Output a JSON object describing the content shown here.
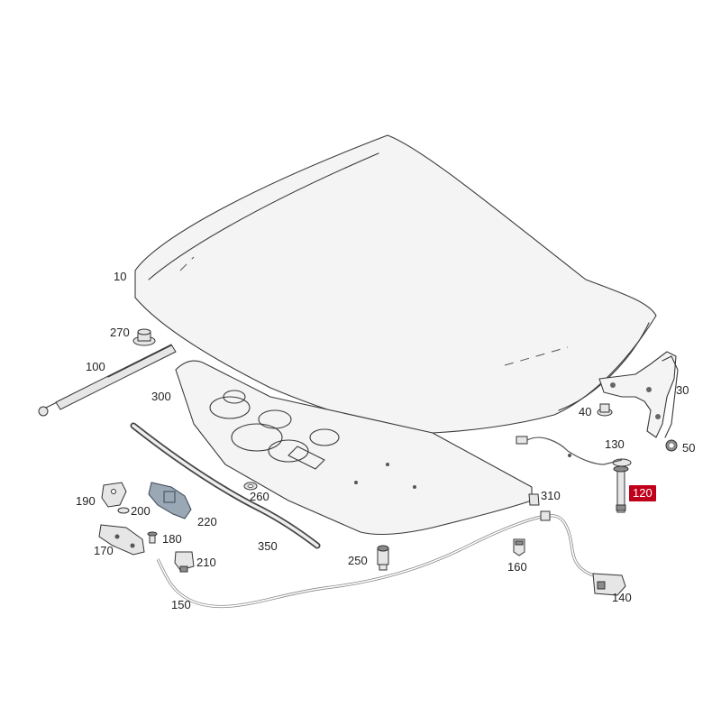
{
  "callouts": {
    "p10": "10",
    "p270": "270",
    "p100": "100",
    "p300": "300",
    "p30": "30",
    "p40": "40",
    "p50": "50",
    "p130": "130",
    "p120": "120",
    "p190": "190",
    "p200": "200",
    "p220": "220",
    "p260": "260",
    "p310": "310",
    "p170": "170",
    "p180": "180",
    "p210": "210",
    "p350": "350",
    "p250": "250",
    "p160": "160",
    "p140": "140",
    "p150": "150"
  },
  "highlight": {
    "part": "120",
    "color": "#c0001a"
  }
}
